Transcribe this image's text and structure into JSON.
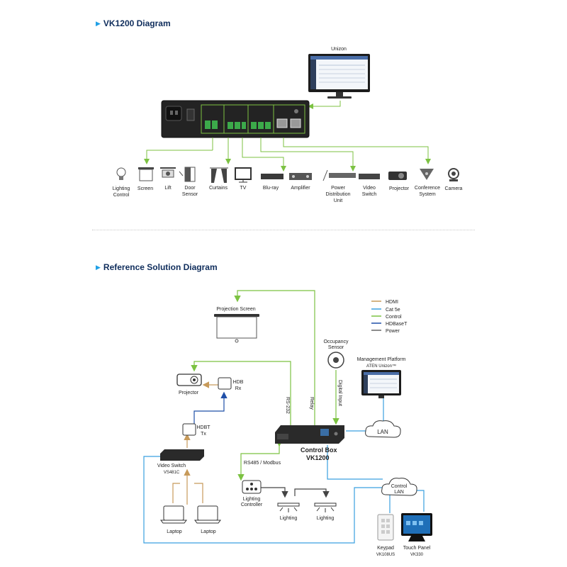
{
  "sections": {
    "vk1200_title": "VK1200 Diagram",
    "reference_title": "Reference Solution Diagram"
  },
  "top": {
    "monitor_label": "Unizon",
    "devices": [
      {
        "label": [
          "Lighting",
          "Control"
        ],
        "icon": "bulb-icon"
      },
      {
        "label": [
          "Screen"
        ],
        "icon": "screen-icon"
      },
      {
        "label": [
          "Lift"
        ],
        "icon": "lift-icon"
      },
      {
        "label": [
          "Door",
          "Sensor"
        ],
        "icon": "door-icon"
      },
      {
        "label": [
          "Curtains"
        ],
        "icon": "curtains-icon"
      },
      {
        "label": [
          "TV"
        ],
        "icon": "tv-icon"
      },
      {
        "label": [
          "Blu-ray"
        ],
        "icon": "bluray-icon"
      },
      {
        "label": [
          "Amplifier"
        ],
        "icon": "amplifier-icon"
      },
      {
        "label": [
          "Power",
          "Distribution",
          "Unit"
        ],
        "icon": "pdu-icon"
      },
      {
        "label": [
          "Video",
          "Switch"
        ],
        "icon": "video-switch-icon"
      },
      {
        "label": [
          "Projector"
        ],
        "icon": "projector-icon"
      },
      {
        "label": [
          "Conference",
          "System"
        ],
        "icon": "conference-icon"
      },
      {
        "label": [
          "Camera"
        ],
        "icon": "camera-icon"
      }
    ]
  },
  "legend": [
    {
      "label": "HDMI",
      "color": "#c79a5a"
    },
    {
      "label": "Cat 5e",
      "color": "#3aa0e0"
    },
    {
      "label": "Control",
      "color": "#7cc242"
    },
    {
      "label": "HDBaseT",
      "color": "#1f4fa8"
    },
    {
      "label": "Power",
      "color": "#666666"
    }
  ],
  "colors": {
    "control": "#7cc242",
    "cat5e": "#3aa0e0",
    "hdmi": "#c79a5a",
    "hdbaset": "#1f4fa8",
    "power": "#666666"
  },
  "bottom": {
    "projection_screen": "Projection Screen",
    "occupancy_sensor": [
      "Occupancy",
      "Sensor"
    ],
    "management_platform": "Management Platform",
    "aten_unizon": "ATEN Unizon™",
    "projector": "Projector",
    "hdb_rx": [
      "HDB",
      "Rx"
    ],
    "hdbt_tx": [
      "HDBT",
      "Tx"
    ],
    "rs232": "RS-232",
    "relay": "Relay",
    "digital_input": "Digital Input",
    "lan": "LAN",
    "control_box": "Control Box",
    "control_box_model": "VK1200",
    "video_switch": "Video Switch",
    "video_switch_model": "VS481C",
    "rs485": "RS485 / Modbus",
    "control_lan": [
      "Control",
      "LAN"
    ],
    "lighting_controller": [
      "Lighting",
      "Controller"
    ],
    "lighting": "Lighting",
    "laptop": "Laptop",
    "keypad": "Keypad",
    "keypad_model": "VK108US",
    "touch_panel": "Touch Panel",
    "touch_panel_model": "VK330"
  }
}
